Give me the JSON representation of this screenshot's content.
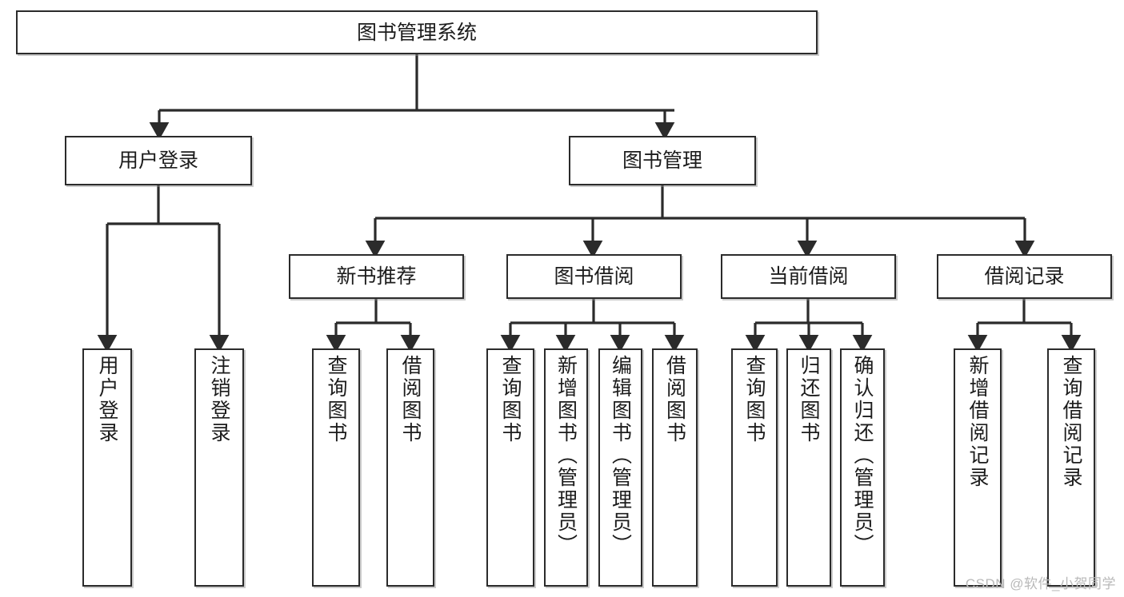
{
  "diagram": {
    "title": "图书管理系统",
    "type": "tree-hierarchy-chart",
    "watermark": "CSDN @软件_小贺同学",
    "colors": {
      "box_border": "#2b2b2b",
      "box_fill": "#ffffff",
      "edge": "#2b2b2b",
      "text": "#1c1c1c",
      "watermark": "#b9b9b9",
      "background": "#ffffff"
    },
    "nodes": {
      "root": {
        "label": "图书管理系统"
      },
      "level2": [
        {
          "id": "user-login",
          "label": "用户登录"
        },
        {
          "id": "book-manage",
          "label": "图书管理"
        }
      ],
      "level3": [
        {
          "id": "new-book-recommend",
          "label": "新书推荐"
        },
        {
          "id": "book-borrow",
          "label": "图书借阅"
        },
        {
          "id": "current-borrow",
          "label": "当前借阅"
        },
        {
          "id": "borrow-record",
          "label": "借阅记录"
        }
      ],
      "leaves": {
        "user-login": [
          {
            "id": "leaf-user-login",
            "label": "用户登录"
          },
          {
            "id": "leaf-logout",
            "label": "注销登录"
          }
        ],
        "new-book-recommend": [
          {
            "id": "leaf-query-book-1",
            "label": "查询图书"
          },
          {
            "id": "leaf-borrow-book-1",
            "label": "借阅图书"
          }
        ],
        "book-borrow": [
          {
            "id": "leaf-query-book-2",
            "label": "查询图书"
          },
          {
            "id": "leaf-add-book",
            "label": "新增图书（管理员）"
          },
          {
            "id": "leaf-edit-book",
            "label": "编辑图书（管理员）"
          },
          {
            "id": "leaf-borrow-book-2",
            "label": "借阅图书"
          }
        ],
        "current-borrow": [
          {
            "id": "leaf-query-book-3",
            "label": "查询图书"
          },
          {
            "id": "leaf-return-book",
            "label": "归还图书"
          },
          {
            "id": "leaf-confirm-return",
            "label": "确认归还（管理员）"
          }
        ],
        "borrow-record": [
          {
            "id": "leaf-add-record",
            "label": "新增借阅记录"
          },
          {
            "id": "leaf-query-record",
            "label": "查询借阅记录"
          }
        ]
      }
    }
  }
}
